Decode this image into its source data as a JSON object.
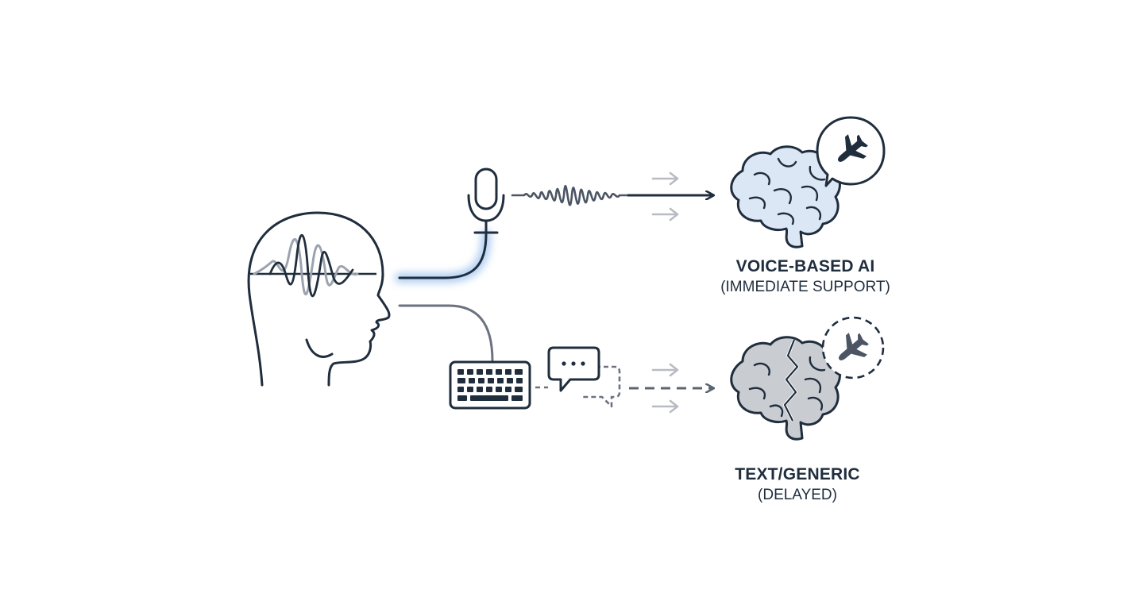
{
  "outcomes": {
    "voice": {
      "title": "VOICE-BASED AI",
      "subtitle": "(IMMEDIATE SUPPORT)"
    },
    "text": {
      "title": "TEXT/GENERIC",
      "subtitle": "(DELAYED)"
    }
  },
  "icons": {
    "person": "human-head-with-brainwave-icon",
    "microphone": "microphone-icon",
    "soundwave": "sound-wave-icon",
    "keyboard": "keyboard-icon",
    "chat": "chat-bubbles-icon",
    "voice_brain": "brain-icon",
    "text_brain": "cracked-brain-icon",
    "voice_airplane": "airplane-icon",
    "text_airplane": "airplane-dashed-icon"
  },
  "colors": {
    "stroke": "#1f2d3d",
    "glow": "#9cc2ee",
    "voice_brain_fill": "#dbe7f5",
    "text_brain_fill": "#c9ccd1",
    "muted": "#6b7280",
    "light_arrow": "#b8bcc2"
  }
}
